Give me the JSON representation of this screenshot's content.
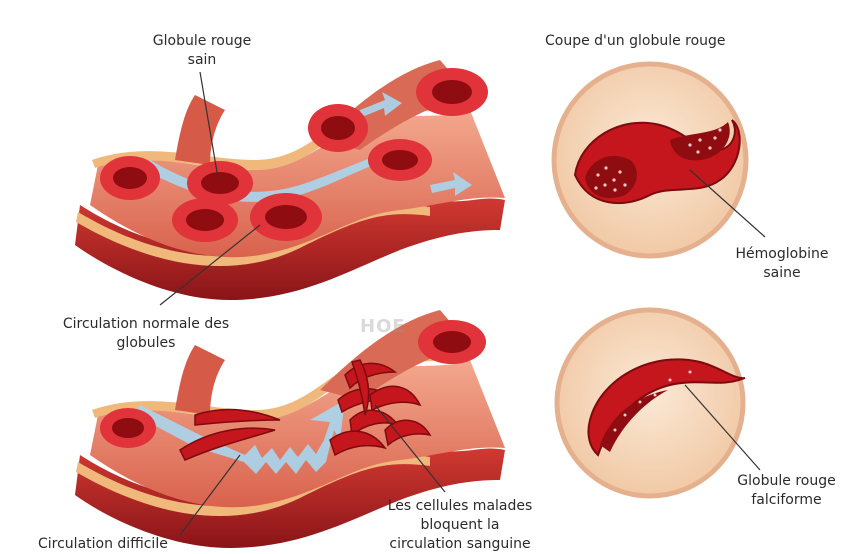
{
  "labels": {
    "healthy_cell": [
      "Globule rouge",
      "sain"
    ],
    "section_title": "Coupe d'un globule rouge",
    "healthy_hemoglobin": [
      "Hémoglobine",
      "saine"
    ],
    "normal_circulation": [
      "Circulation normale des",
      "globules"
    ],
    "sickle_cell": [
      "Globule rouge",
      "falciforme"
    ],
    "diseased_cells": [
      "Les cellules malades",
      "bloquent la",
      "circulation sanguine"
    ],
    "difficult_circulation": "Circulation difficile"
  },
  "colors": {
    "vessel_outer": "#f0b87a",
    "vessel_wall": "#c0282a",
    "vessel_inner": "#e98b74",
    "blood_cell": "#c4161c",
    "blood_cell_dark": "#7d0a0e",
    "flow_arrow": "#9fd0ea",
    "circle_bg": "#f6dcc0",
    "circle_ring": "#e8a888"
  }
}
